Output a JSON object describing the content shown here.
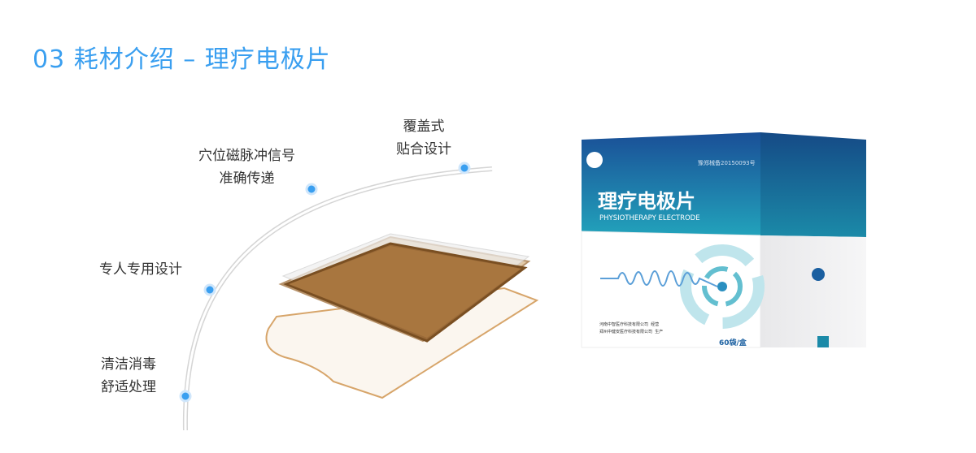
{
  "title": "03 耗材介绍 – 理疗电极片",
  "features": [
    {
      "line1": "清洁消毒",
      "line2": "舒适处理"
    },
    {
      "line1": "专人专用设计",
      "line2": ""
    },
    {
      "line1": "穴位磁脉冲信号",
      "line2": "准确传递"
    },
    {
      "line1": "覆盖式",
      "line2": "贴合设计"
    }
  ],
  "product_box": {
    "reg_no": "豫郑械备20150093号",
    "name_cn": "理疗电极片",
    "name_en": "PHYSIOTHERAPY ELECTRODE",
    "company1": "河南中智医疗科技有限公司",
    "role1": "经营",
    "company2": "郑州中健安医疗科技有限公司",
    "role2": "生产",
    "quantity": "60袋/盒"
  },
  "colors": {
    "accent": "#3a9ff0",
    "box_blue": "#1a5fa0",
    "box_teal": "#1fa0b8"
  }
}
